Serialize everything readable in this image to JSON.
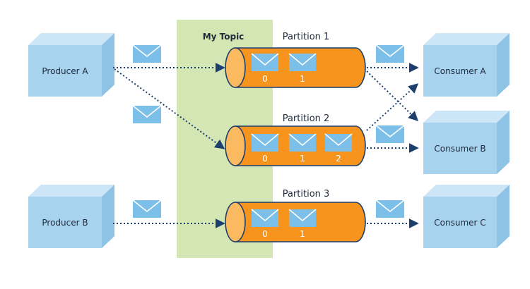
{
  "colors": {
    "cube_front": "#a8d3ef",
    "cube_top": "#cce6f7",
    "cube_side": "#8fc3e6",
    "topic_band": "#d3e6b4",
    "partition": "#f7941d",
    "partition_cap": "#fbb960",
    "partition_outline": "#1d3f6e",
    "message": "#7cbfe8",
    "arrow": "#1d3f6e",
    "text": "#1f2a3a"
  },
  "topic": {
    "label": "My Topic"
  },
  "producers": [
    {
      "id": "producer-a",
      "label": "Producer A"
    },
    {
      "id": "producer-b",
      "label": "Producer B"
    }
  ],
  "consumers": [
    {
      "id": "consumer-a",
      "label": "Consumer A"
    },
    {
      "id": "consumer-b",
      "label": "Consumer B"
    },
    {
      "id": "consumer-c",
      "label": "Consumer C"
    }
  ],
  "partitions": [
    {
      "id": "partition-1",
      "label": "Partition 1",
      "offsets": [
        "0",
        "1"
      ]
    },
    {
      "id": "partition-2",
      "label": "Partition 2",
      "offsets": [
        "0",
        "1",
        "2"
      ]
    },
    {
      "id": "partition-3",
      "label": "Partition 3",
      "offsets": [
        "0",
        "1"
      ]
    }
  ],
  "icons": {
    "envelope": "envelope-icon",
    "arrowhead": "arrowhead-icon"
  }
}
